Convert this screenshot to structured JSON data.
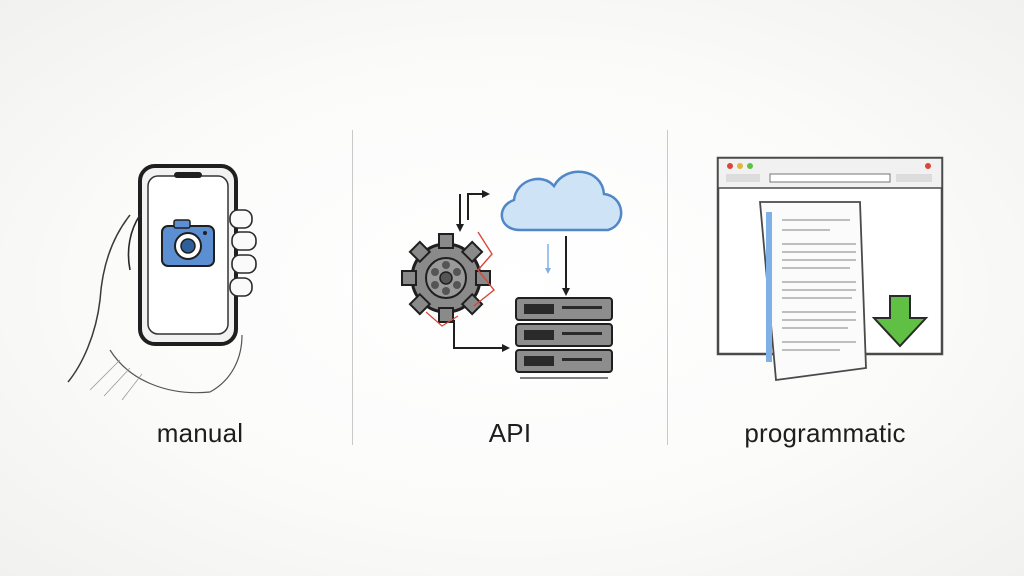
{
  "panels": [
    {
      "label": "manual",
      "icon": "phone-camera-icon"
    },
    {
      "label": "API",
      "icon": "cloud-gear-server-icon"
    },
    {
      "label": "programmatic",
      "icon": "browser-document-download-icon"
    }
  ],
  "colors": {
    "sketch_ink": "#2a2a2a",
    "camera_blue": "#5b8fd1",
    "cloud_blue": "#7fb0e6",
    "accent_red": "#d9473a",
    "download_green": "#5fc043"
  }
}
